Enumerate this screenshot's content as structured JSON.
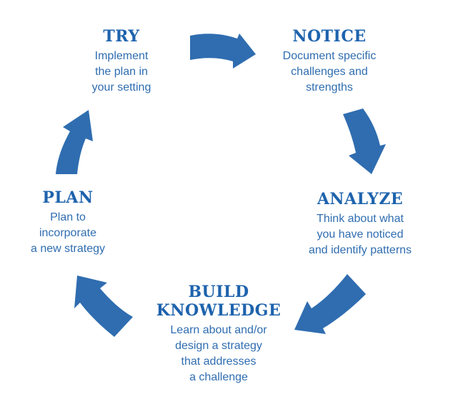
{
  "colors": {
    "primary": "#2f6db0",
    "title": "#1e63ad",
    "background": "#ffffff"
  },
  "steps": {
    "try": {
      "title_lines": [
        "TRY"
      ],
      "description_lines": [
        "Implement",
        "the plan in",
        "your setting"
      ]
    },
    "notice": {
      "title_lines": [
        "NOTICE"
      ],
      "description_lines": [
        "Document specific",
        "challenges and",
        "strengths"
      ]
    },
    "analyze": {
      "title_lines": [
        "ANALYZE"
      ],
      "description_lines": [
        "Think about what",
        "you have noticed",
        "and identify patterns"
      ]
    },
    "build_knowledge": {
      "title_lines": [
        "BUILD",
        "KNOWLEDGE"
      ],
      "description_lines": [
        "Learn about and/or",
        "design a strategy",
        "that addresses",
        "a challenge"
      ]
    },
    "plan": {
      "title_lines": [
        "PLAN"
      ],
      "description_lines": [
        "Plan to",
        "incorporate",
        "a new strategy"
      ]
    }
  },
  "arrows": [
    {
      "from": "TRY",
      "to": "NOTICE",
      "icon": "curved-arrow-right-icon"
    },
    {
      "from": "NOTICE",
      "to": "ANALYZE",
      "icon": "curved-arrow-down-icon"
    },
    {
      "from": "ANALYZE",
      "to": "BUILD KNOWLEDGE",
      "icon": "curved-arrow-down-left-icon"
    },
    {
      "from": "BUILD KNOWLEDGE",
      "to": "PLAN",
      "icon": "curved-arrow-up-left-icon"
    },
    {
      "from": "PLAN",
      "to": "TRY",
      "icon": "curved-arrow-up-icon"
    }
  ]
}
